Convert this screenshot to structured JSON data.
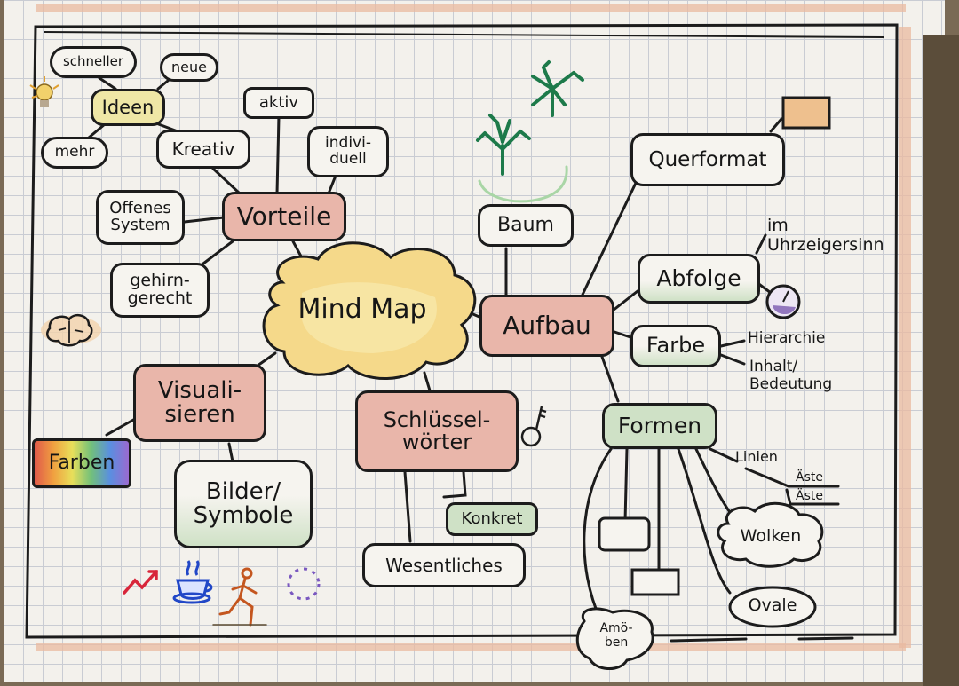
{
  "colors": {
    "ink": "#1c1c1c",
    "pink_fill": "#e9b6aa",
    "green_fill": "#cfe1c6",
    "yellow_fill": "#efe7a6",
    "cloud_fill": "#f5d98a",
    "tree_green": "#1d7a4a"
  },
  "central": {
    "label": "Mind Map"
  },
  "branches": {
    "vorteile": {
      "label": "Vorteile",
      "children": {
        "aktiv": "aktiv",
        "individuell": "indivi-\nduell",
        "kreativ": "Kreativ",
        "offenes_system": "Offenes\nSystem",
        "gehirngerecht": "gehirn-\ngerecht",
        "ideen": "Ideen",
        "schneller": "schneller",
        "neue": "neue",
        "mehr": "mehr"
      }
    },
    "visualisieren": {
      "label": "Visuali-\nsieren",
      "children": {
        "farben": "Farben",
        "bilder_symbole": "Bilder/\nSymbole"
      }
    },
    "schluesselwoerter": {
      "label": "Schlüssel-\nwörter",
      "children": {
        "konkret": "Konkret",
        "wesentliches": "Wesentliches"
      }
    },
    "aufbau": {
      "label": "Aufbau",
      "children": {
        "baum": "Baum",
        "querformat": "Querformat",
        "abfolge": "Abfolge",
        "im_uhrzeigersinn": "im\nUhrzeigersinn",
        "farbe": "Farbe",
        "hierarchie": "Hierarchie",
        "inhalt_bedeutung": "Inhalt/\nBedeutung",
        "formen": "Formen",
        "linien": "Linien",
        "aeste_1": "Äste",
        "aeste_2": "Äste",
        "wolken": "Wolken",
        "ovale": "Ovale",
        "amoeben": "Amö-\nben"
      }
    }
  },
  "icons": [
    "lightbulb-icon",
    "brain-icon",
    "tree-icon",
    "key-icon",
    "clock-icon",
    "arrow-up-icon",
    "coffee-cup-icon",
    "running-figure-icon",
    "dotted-circle-icon"
  ]
}
